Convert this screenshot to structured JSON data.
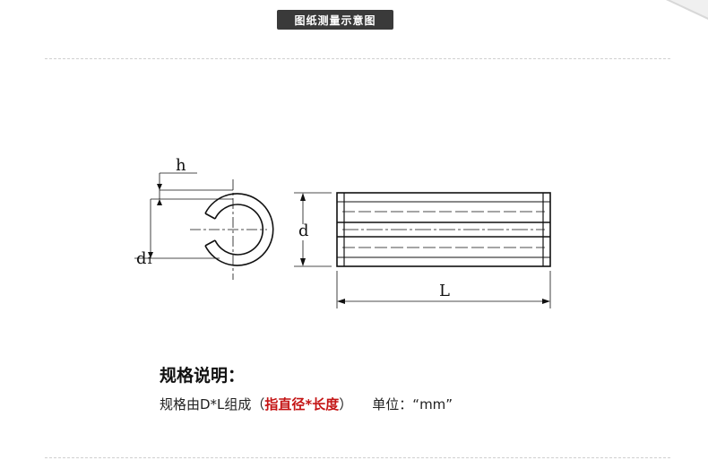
{
  "header": {
    "title": "图纸测量示意图"
  },
  "drawing": {
    "labels": {
      "h": "h",
      "d1": "d₁",
      "d": "d",
      "L": "L"
    }
  },
  "spec": {
    "heading": "规格说明：",
    "prefix": "规格由D*L组成（",
    "highlight": "指直径*长度",
    "suffix": "）",
    "unit_label": "单位：“mm”"
  }
}
